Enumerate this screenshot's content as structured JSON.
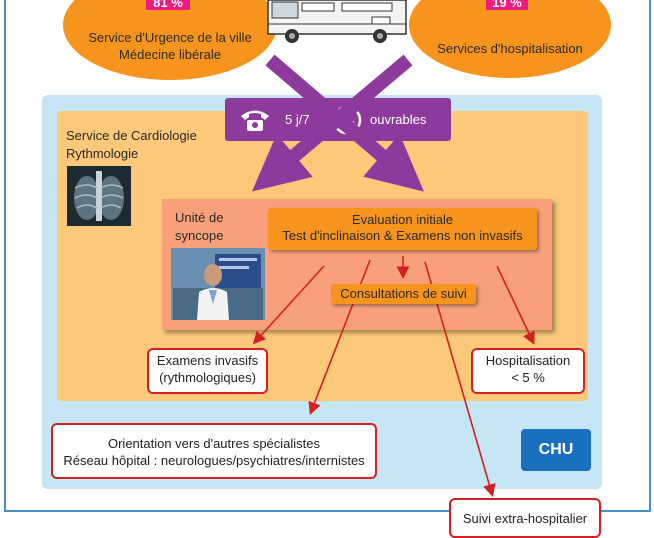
{
  "sources": {
    "left": {
      "percent": "81 %",
      "line1": "Service d'Urgence de la ville",
      "line2": "Médecine libérale"
    },
    "right": {
      "percent": "19 %",
      "label": "Services d'hospitalisation"
    }
  },
  "access": {
    "days": "5 j/7",
    "hours": "ouvrables",
    "phone_icon": "telephone-icon",
    "clock_icon": "clock-icon"
  },
  "cardiology": {
    "line1": "Service de Cardiologie",
    "line2": "Rythmologie"
  },
  "syncope_unit": {
    "line1": "Unité de",
    "line2": "syncope",
    "initial_line1": "Evaluation initiale",
    "initial_line2": "Test d'inclinaison & Examens non invasifs",
    "followup": "Consultations de suivi"
  },
  "outcomes": {
    "invasive_line1": "Examens invasifs",
    "invasive_line2": "(rythmologiques)",
    "hosp_line1": "Hospitalisation",
    "hosp_line2": "< 5 %",
    "specialists_line1": "Orientation vers d'autres spécialistes",
    "specialists_line2": "Réseau hôpital : neurologues/psychiatres/internistes",
    "extra": "Suivi extra-hospitalier"
  },
  "chu": "CHU",
  "colors": {
    "orange": "#f7941d",
    "purple": "#8e3a9d",
    "red": "#d42020",
    "blue": "#1a6fbf",
    "light_blue": "#c6e6f5"
  }
}
